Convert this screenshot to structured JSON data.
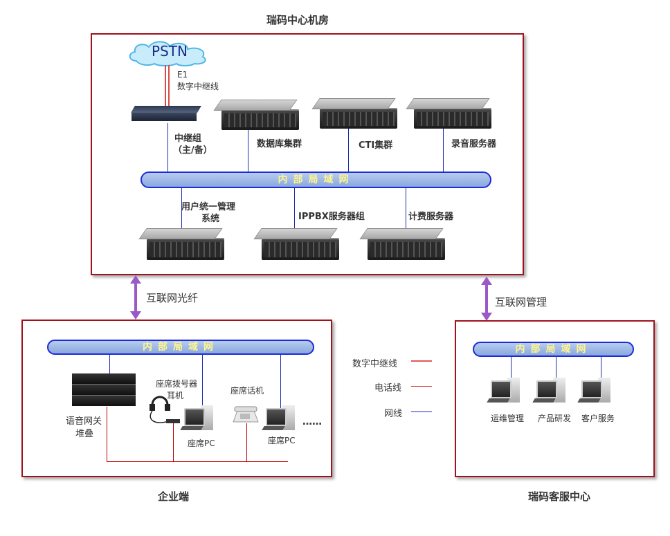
{
  "titles": {
    "datacenter": "瑞码中心机房",
    "enterprise": "企业端",
    "service_center": "瑞码客服中心"
  },
  "datacenter": {
    "pstn": "PSTN",
    "e1": "E1",
    "digital_trunk": "数字中继线",
    "trunk_group_line1": "中继组",
    "trunk_group_line2": "（主/备）",
    "db_cluster": "数据库集群",
    "cti_cluster": "CTI集群",
    "recording_server": "录音服务器",
    "lan": "内部局域网",
    "user_mgmt_line1": "用户统一管理",
    "user_mgmt_line2": "系统",
    "ippbx_group": "IPPBX服务器组",
    "billing_server": "计费服务器"
  },
  "links": {
    "internet_fiber": "互联网光纤",
    "internet_mgmt": "互联网管理"
  },
  "enterprise": {
    "lan": "内部局域网",
    "voice_gw_line1": "语音网关",
    "voice_gw_line2": "堆叠",
    "headset_line1": "座席拨号器",
    "headset_line2": "耳机",
    "agent_phone": "座席话机",
    "agent_pc_1": "座席PC",
    "agent_pc_2": "座席PC",
    "ellipsis": "……"
  },
  "legend": {
    "digital_trunk": "数字中继线",
    "phone_line": "电话线",
    "network_line": "网线",
    "colors": {
      "trunk": "#e05a5a",
      "phone": "#cc2222",
      "network": "#1a2bb0"
    }
  },
  "service_center": {
    "lan": "内部局域网",
    "ops": "运维管理",
    "rnd": "产品研发",
    "customer_service": "客户服务"
  }
}
